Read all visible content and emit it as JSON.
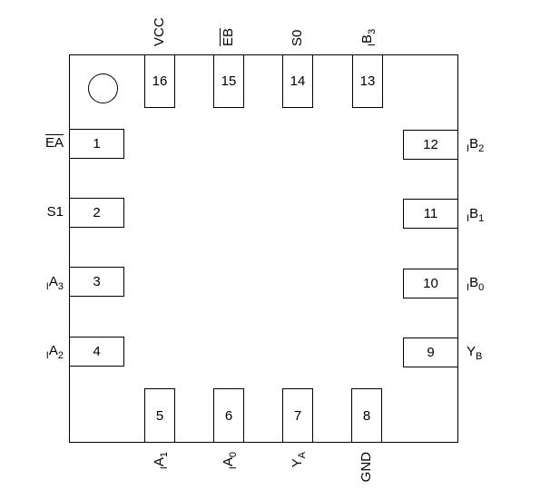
{
  "diagram": {
    "kind": "ic-pinout-16-pin",
    "colors": {
      "line": "#000000",
      "background": "#ffffff",
      "text": "#000000"
    },
    "pins": [
      {
        "number": "1",
        "side": "left",
        "label": {
          "pre": "",
          "base": "EA",
          "sub": "",
          "overline": true
        }
      },
      {
        "number": "2",
        "side": "left",
        "label": {
          "pre": "",
          "base": "S1",
          "sub": "",
          "overline": false
        }
      },
      {
        "number": "3",
        "side": "left",
        "label": {
          "pre": "I",
          "base": "A",
          "sub": "3",
          "overline": false
        }
      },
      {
        "number": "4",
        "side": "left",
        "label": {
          "pre": "I",
          "base": "A",
          "sub": "2",
          "overline": false
        }
      },
      {
        "number": "5",
        "side": "bottom",
        "label": {
          "pre": "I",
          "base": "A",
          "sub": "1",
          "overline": false
        }
      },
      {
        "number": "6",
        "side": "bottom",
        "label": {
          "pre": "I",
          "base": "A",
          "sub": "0",
          "overline": false
        }
      },
      {
        "number": "7",
        "side": "bottom",
        "label": {
          "pre": "",
          "base": "Y",
          "sub": "A",
          "overline": false
        }
      },
      {
        "number": "8",
        "side": "bottom",
        "label": {
          "pre": "",
          "base": "GND",
          "sub": "",
          "overline": false
        }
      },
      {
        "number": "9",
        "side": "right",
        "label": {
          "pre": "",
          "base": "Y",
          "sub": "B",
          "overline": false
        }
      },
      {
        "number": "10",
        "side": "right",
        "label": {
          "pre": "I",
          "base": "B",
          "sub": "0",
          "overline": false
        }
      },
      {
        "number": "11",
        "side": "right",
        "label": {
          "pre": "I",
          "base": "B",
          "sub": "1",
          "overline": false
        }
      },
      {
        "number": "12",
        "side": "right",
        "label": {
          "pre": "I",
          "base": "B",
          "sub": "2",
          "overline": false
        }
      },
      {
        "number": "13",
        "side": "top",
        "label": {
          "pre": "I",
          "base": "B",
          "sub": "3",
          "overline": false
        }
      },
      {
        "number": "14",
        "side": "top",
        "label": {
          "pre": "",
          "base": "S0",
          "sub": "",
          "overline": false
        }
      },
      {
        "number": "15",
        "side": "top",
        "label": {
          "pre": "",
          "base": "EB",
          "sub": "",
          "overline": true
        }
      },
      {
        "number": "16",
        "side": "top",
        "label": {
          "pre": "",
          "base": "VCC",
          "sub": "",
          "overline": false
        }
      }
    ]
  }
}
